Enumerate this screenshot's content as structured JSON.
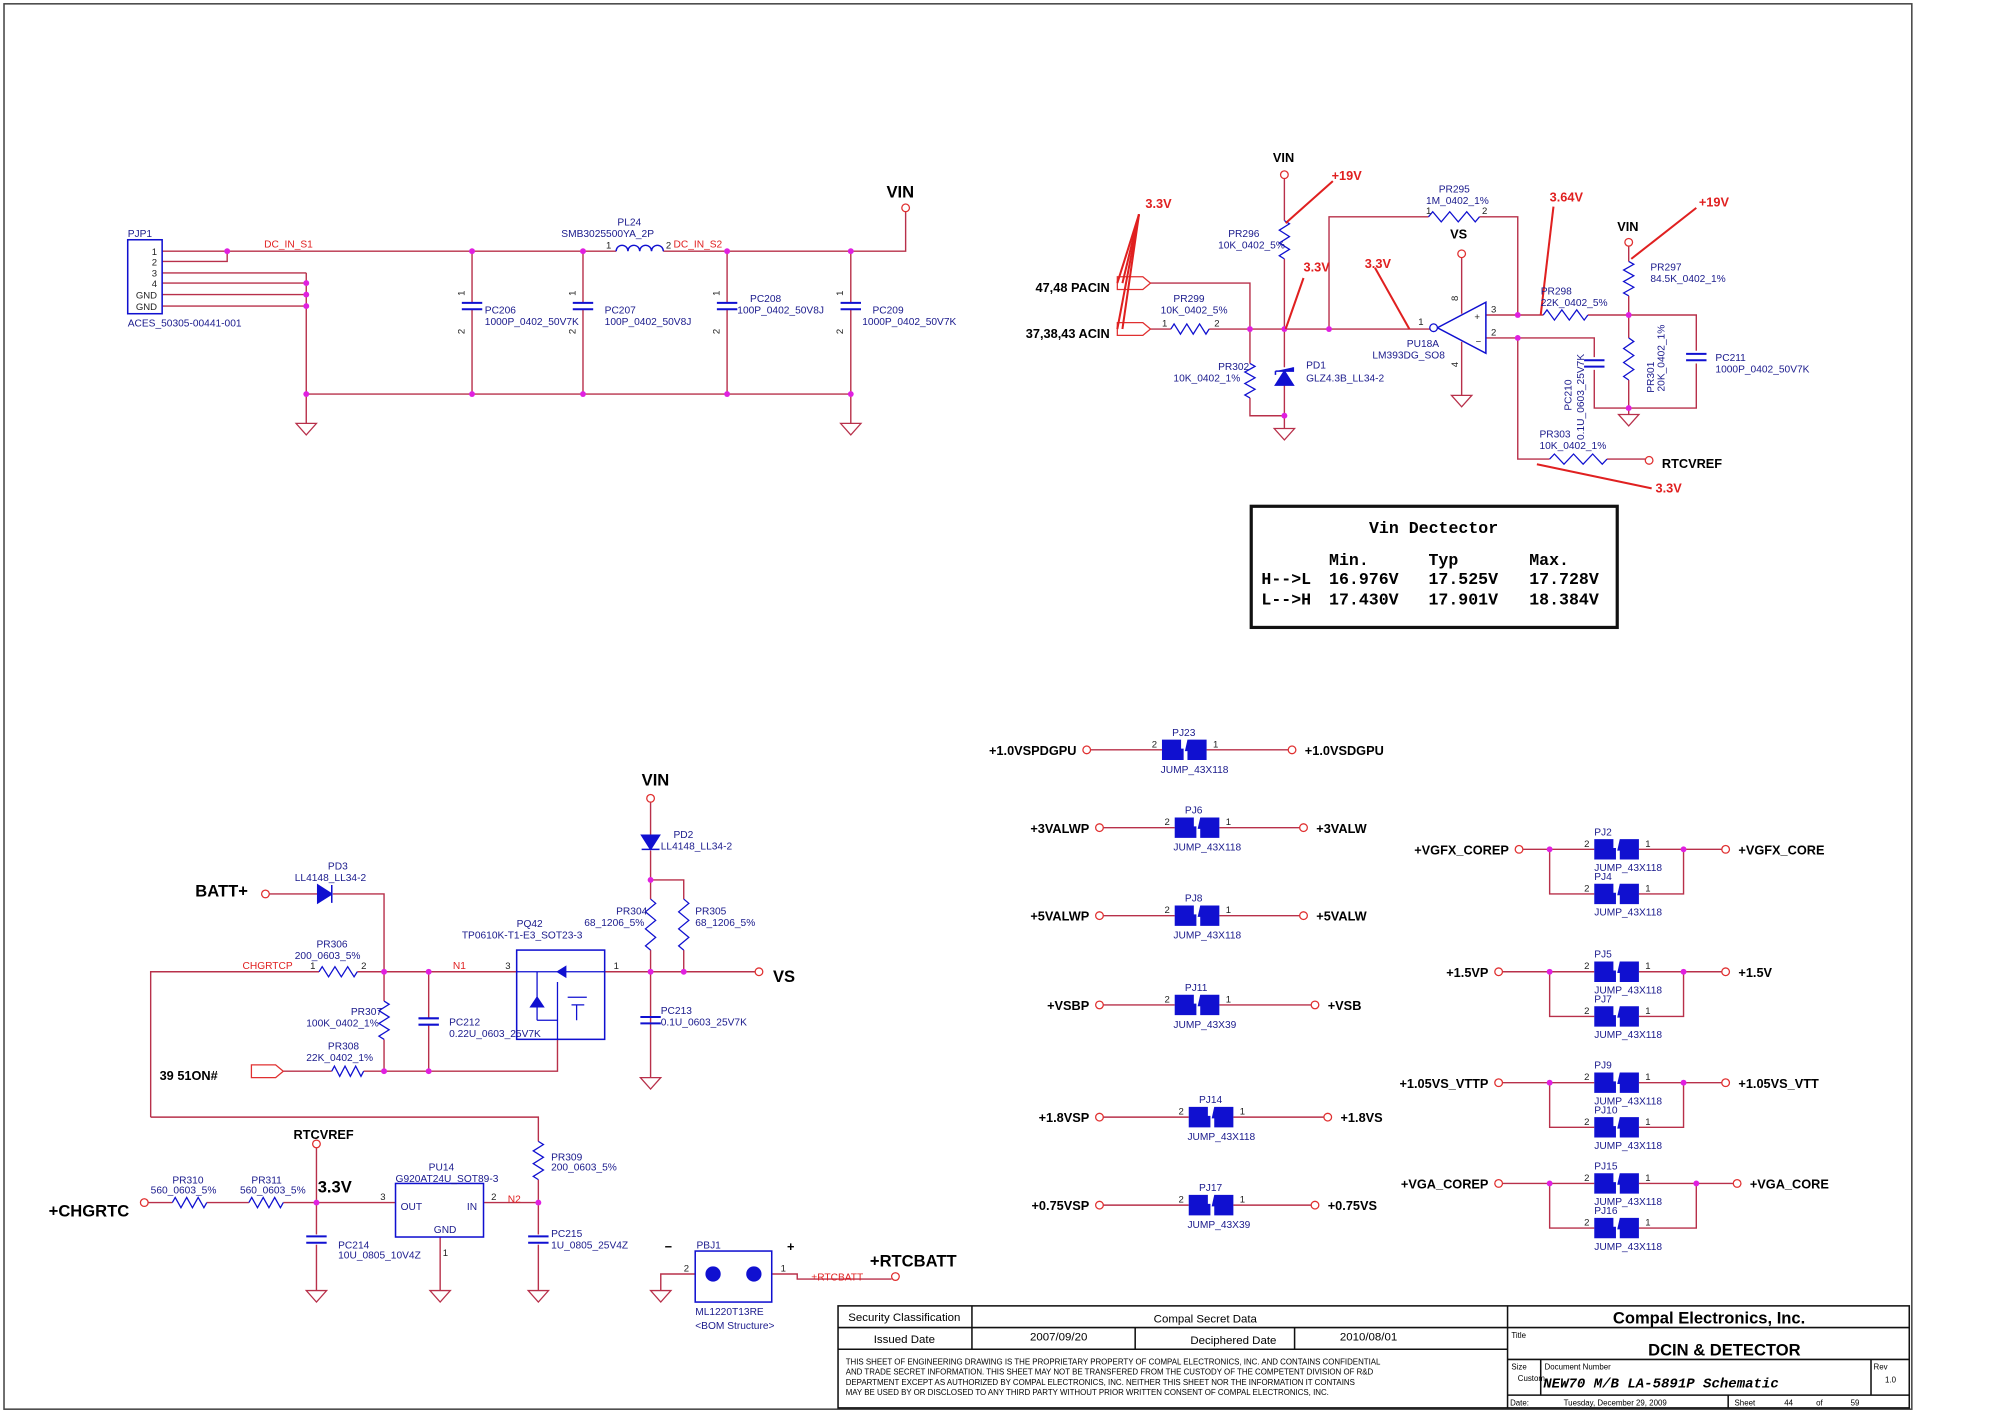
{
  "pins": {
    "p1": "1",
    "p2": "2",
    "p3": "3",
    "p4": "4",
    "p8": "8",
    "gnd": "GND",
    "plus": "+",
    "minus": "−"
  },
  "dcin": {
    "connector": {
      "ref": "PJP1",
      "value": "ACES_50305-00441-001"
    },
    "net_s1": "DC_IN_S1",
    "net_s2": "DC_IN_S2",
    "inductor": {
      "ref": "PL24",
      "value": "SMB3025500YA_2P"
    },
    "caps": [
      {
        "ref": "PC206",
        "value": "1000P_0402_50V7K"
      },
      {
        "ref": "PC207",
        "value": "100P_0402_50V8J"
      },
      {
        "ref": "PC208",
        "value": "100P_0402_50V8J"
      },
      {
        "ref": "PC209",
        "value": "1000P_0402_50V7K"
      }
    ],
    "vin": "VIN"
  },
  "detector": {
    "pacin": "47,48  PACIN",
    "acin": "37,38,43  ACIN",
    "vin": "VIN",
    "vs": "VS",
    "rtcvref": "RTCVREF",
    "PR299": {
      "ref": "PR299",
      "value": "10K_0402_5%"
    },
    "PR296": {
      "ref": "PR296",
      "value": "10K_0402_5%"
    },
    "PR302": {
      "ref": "PR302",
      "value": "10K_0402_1%"
    },
    "PD1": {
      "ref": "PD1",
      "value": "GLZ4.3B_LL34-2"
    },
    "PR295": {
      "ref": "PR295",
      "value": "1M_0402_1%"
    },
    "PU18A": {
      "ref": "PU18A",
      "value": "LM393DG_SO8"
    },
    "PR298": {
      "ref": "PR298",
      "value": "22K_0402_5%"
    },
    "PR297": {
      "ref": "PR297",
      "value": "84.5K_0402_1%"
    },
    "PR301": {
      "ref": "PR301",
      "value": "20K_0402_1%"
    },
    "PC210": {
      "ref": "PC210",
      "value": "0.1U_0603_25V7K"
    },
    "PC211": {
      "ref": "PC211",
      "value": "1000P_0402_50V7K"
    },
    "PR303": {
      "ref": "PR303",
      "value": "10K_0402_1%"
    },
    "annotations": {
      "v33": "3.3V",
      "v19": "+19V",
      "v364": "3.64V"
    }
  },
  "vin_detector": {
    "title": "Vin Dectector",
    "headers": [
      "Min.",
      "Typ",
      "Max."
    ],
    "rows": [
      {
        "label": "H-->L",
        "min": "16.976V",
        "typ": "17.525V",
        "max": "17.728V"
      },
      {
        "label": "L-->H",
        "min": "17.430V",
        "typ": "17.901V",
        "max": "18.384V"
      }
    ]
  },
  "rtc": {
    "vin": "VIN",
    "vs": "VS",
    "batt": "BATT+",
    "chgrtcp": "CHGRTCP",
    "n1": "N1",
    "n2": "N2",
    "on_port": "39    51ON#",
    "rtcvref": "RTCVREF",
    "v33": "3.3V",
    "chgrtc": "+CHGRTC",
    "rtcbatt_net": "+RTCBATT",
    "rtcbatt": "+RTCBATT",
    "PD2": {
      "ref": "PD2",
      "value": "LL4148_LL34-2"
    },
    "PD3": {
      "ref": "PD3",
      "value": "LL4148_LL34-2"
    },
    "PR304": {
      "ref": "PR304",
      "value": "68_1206_5%"
    },
    "PR305": {
      "ref": "PR305",
      "value": "68_1206_5%"
    },
    "PR306": {
      "ref": "PR306",
      "value": "200_0603_5%"
    },
    "PR307": {
      "ref": "PR307",
      "value": "100K_0402_1%"
    },
    "PR308": {
      "ref": "PR308",
      "value": "22K_0402_1%"
    },
    "PC212": {
      "ref": "PC212",
      "value": "0.22U_0603_25V7K"
    },
    "PQ42": {
      "ref": "PQ42",
      "value": "TP0610K-T1-E3_SOT23-3"
    },
    "PC213": {
      "ref": "PC213",
      "value": "0.1U_0603_25V7K"
    },
    "PR309": {
      "ref": "PR309",
      "value": "200_0603_5%"
    },
    "PR310": {
      "ref": "PR310",
      "value": "560_0603_5%"
    },
    "PR311": {
      "ref": "PR311",
      "value": "560_0603_5%"
    },
    "PC214": {
      "ref": "PC214",
      "value": "10U_0805_10V4Z"
    },
    "PC215": {
      "ref": "PC215",
      "value": "1U_0805_25V4Z"
    },
    "PU14": {
      "ref": "PU14",
      "value": "G920AT24U_SOT89-3",
      "out": "OUT",
      "in": "IN",
      "gnd": "GND"
    },
    "PBJ1": {
      "ref": "PBJ1",
      "value": "ML1220T13RE",
      "note": "<BOM Structure>"
    }
  },
  "jumpers_single": [
    {
      "ref": "PJ23",
      "part": "JUMP_43X118",
      "in": "+1.0VSPDGPU",
      "out": "+1.0VSDGPU"
    },
    {
      "ref": "PJ6",
      "part": "JUMP_43X118",
      "in": "+3VALWP",
      "out": "+3VALW"
    },
    {
      "ref": "PJ8",
      "part": "JUMP_43X118",
      "in": "+5VALWP",
      "out": "+5VALW"
    },
    {
      "ref": "PJ11",
      "part": "JUMP_43X39",
      "in": "+VSBP",
      "out": "+VSB"
    },
    {
      "ref": "PJ14",
      "part": "JUMP_43X118",
      "in": "+1.8VSP",
      "out": "+1.8VS"
    },
    {
      "ref": "PJ17",
      "part": "JUMP_43X39",
      "in": "+0.75VSP",
      "out": "+0.75VS"
    }
  ],
  "jumpers_double": [
    {
      "in": "+VGFX_COREP",
      "out": "+VGFX_CORE",
      "a": {
        "ref": "PJ2",
        "part": "JUMP_43X118"
      },
      "b": {
        "ref": "PJ4",
        "part": "JUMP_43X118"
      }
    },
    {
      "in": "+1.5VP",
      "out": "+1.5V",
      "a": {
        "ref": "PJ5",
        "part": "JUMP_43X118"
      },
      "b": {
        "ref": "PJ7",
        "part": "JUMP_43X118"
      }
    },
    {
      "in": "+1.05VS_VTTP",
      "out": "+1.05VS_VTT",
      "a": {
        "ref": "PJ9",
        "part": "JUMP_43X118"
      },
      "b": {
        "ref": "PJ10",
        "part": "JUMP_43X118"
      }
    },
    {
      "in": "+VGA_COREP",
      "out": "+VGA_CORE",
      "a": {
        "ref": "PJ15",
        "part": "JUMP_43X118"
      },
      "b": {
        "ref": "PJ16",
        "part": "JUMP_43X118"
      }
    }
  ],
  "title_block": {
    "security_label": "Security Classification",
    "security_value": "Compal Secret Data",
    "issued_label": "Issued Date",
    "issued_value": "2007/09/20",
    "deciphered_label": "Deciphered Date",
    "deciphered_value": "2010/08/01",
    "disclaimer": [
      "THIS SHEET OF ENGINEERING DRAWING IS THE PROPRIETARY PROPERTY OF COMPAL ELECTRONICS, INC. AND CONTAINS CONFIDENTIAL",
      "AND TRADE SECRET INFORMATION. THIS SHEET MAY NOT BE TRANSFERED FROM THE CUSTODY OF THE COMPETENT DIVISION OF R&D",
      "DEPARTMENT EXCEPT AS AUTHORIZED BY COMPAL ELECTRONICS, INC. NEITHER THIS SHEET NOR THE INFORMATION IT CONTAINS",
      "MAY BE USED BY OR DISCLOSED TO ANY THIRD PARTY WITHOUT PRIOR WRITTEN CONSENT OF COMPAL ELECTRONICS, INC."
    ],
    "company": "Compal Electronics, Inc.",
    "title_label": "Title",
    "title": "DCIN & DETECTOR",
    "size_label": "Size",
    "size_value": "Custom",
    "docnum_label": "Document Number",
    "docnum": "NEW70 M/B LA-5891P Schematic",
    "rev_label": "Rev",
    "rev": "1.0",
    "date_label": "Date:",
    "date": "Tuesday, December 29, 2009",
    "sheet_label": "Sheet",
    "sheet": "44",
    "of_label": "of",
    "total": "59"
  },
  "colors": {
    "wire": "#b8304a",
    "part": "#1010d0",
    "label": "#1a1a8c",
    "junction": "#e020e0",
    "annotation": "#e02020"
  }
}
